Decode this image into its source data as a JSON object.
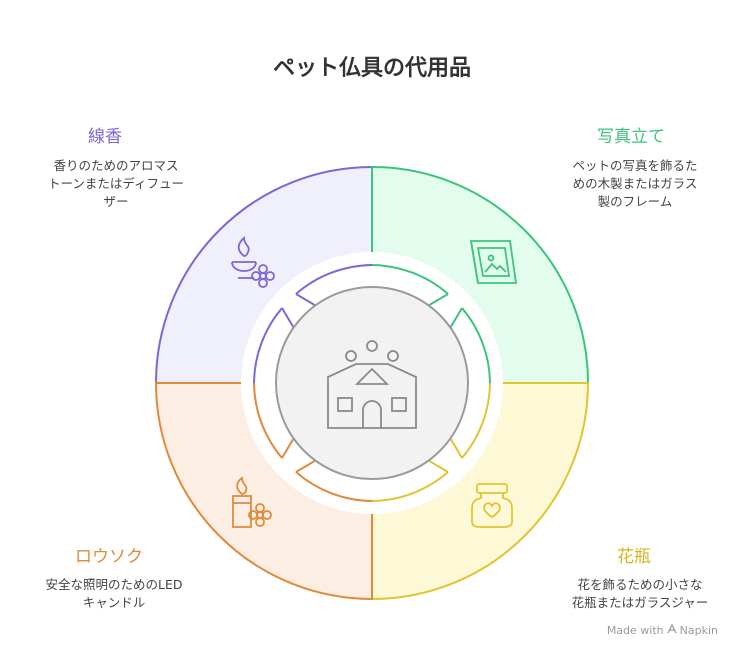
{
  "title": "ペット仏具の代用品",
  "center": {
    "icon": "house-shrine-icon"
  },
  "items": [
    {
      "key": "senko",
      "label": "線香",
      "description": "香りのためのアロマス\nトーンまたはディフュー\nザー",
      "icon": "candle-flower-icon",
      "color": "#7b68d8",
      "fill": "#f0effc"
    },
    {
      "key": "photo",
      "label": "写真立て",
      "description": "ペットの写真を飾るた\nめの木製またはガラス\n製のフレーム",
      "icon": "picture-frame-icon",
      "color": "#3cc47c",
      "fill": "#e2fcee"
    },
    {
      "key": "rousoku",
      "label": "ロウソク",
      "description": "安全な照明のためのLED\nキャンドル",
      "icon": "candle-flower-icon",
      "color": "#e08a3c",
      "fill": "#fdeee3"
    },
    {
      "key": "kabin",
      "label": "花瓶",
      "description": "花を飾るための小さな\n花瓶またはガラスジャー",
      "icon": "jar-heart-icon",
      "color": "#e0c530",
      "fill": "#fdf8d6"
    }
  ],
  "branding": {
    "prefix": "Made with",
    "name": "Napkin"
  }
}
